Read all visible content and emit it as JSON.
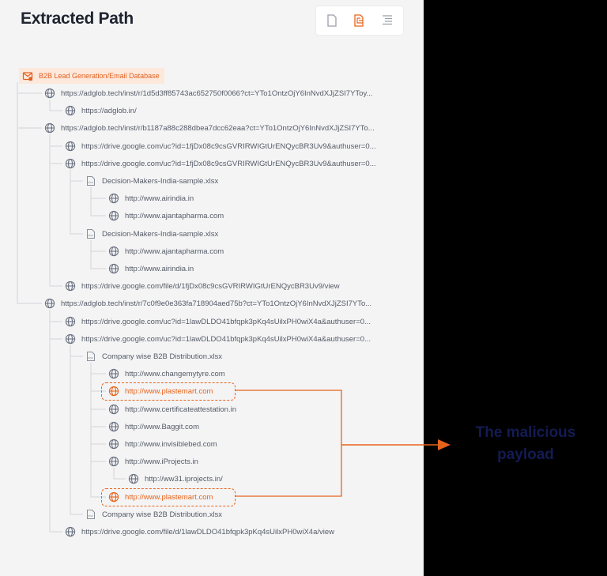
{
  "header": {
    "title": "Extracted Path",
    "view_modes": [
      {
        "icon": "document-icon",
        "active": false
      },
      {
        "icon": "tree-view-icon",
        "active": true
      },
      {
        "icon": "list-view-icon",
        "active": false
      }
    ]
  },
  "tree": {
    "root": {
      "label": "B2B Lead Generation/Email Database",
      "icon": "email-database-icon"
    },
    "nodes": [
      {
        "label": "https://adglob.tech/inst/r/1d5d3ff85743ac652750f0066?ct=YTo1OntzOjY6InNvdXJjZSI7YToy...",
        "icon": "globe-icon"
      },
      {
        "label": "https://adglob.in/",
        "icon": "globe-icon"
      },
      {
        "label": "https://adglob.tech/inst/r/b1187a88c288dbea7dcc62eaa?ct=YTo1OntzOjY6InNvdXJjZSI7YTo...",
        "icon": "globe-icon"
      },
      {
        "label": "https://drive.google.com/uc?id=1fjDx08c9csGVRIRWIGtUrENQycBR3Uv9&authuser=0...",
        "icon": "globe-icon"
      },
      {
        "label": "https://drive.google.com/uc?id=1fjDx08c9csGVRIRWIGtUrENQycBR3Uv9&authuser=0...",
        "icon": "globe-icon"
      },
      {
        "label": "Decision-Makers-India-sample.xlsx",
        "icon": "xlsx-file-icon"
      },
      {
        "label": "http://www.airindia.in",
        "icon": "globe-icon"
      },
      {
        "label": "http://www.ajantapharma.com",
        "icon": "globe-icon"
      },
      {
        "label": "Decision-Makers-India-sample.xlsx",
        "icon": "xlsx-file-icon"
      },
      {
        "label": "http://www.ajantapharma.com",
        "icon": "globe-icon"
      },
      {
        "label": "http://www.airindia.in",
        "icon": "globe-icon"
      },
      {
        "label": "https://drive.google.com/file/d/1fjDx08c9csGVRIRWIGtUrENQycBR3Uv9/view",
        "icon": "globe-icon"
      },
      {
        "label": "https://adglob.tech/inst/r/7c0f9e0e363fa718904aed75b?ct=YTo1OntzOjY6InNvdXJjZSI7YTo...",
        "icon": "globe-icon"
      },
      {
        "label": "https://drive.google.com/uc?id=1lawDLDO41bfqpk3pKq4sUilxPH0wiX4a&authuser=0...",
        "icon": "globe-icon"
      },
      {
        "label": "https://drive.google.com/uc?id=1lawDLDO41bfqpk3pKq4sUilxPH0wiX4a&authuser=0...",
        "icon": "globe-icon"
      },
      {
        "label": "Company wise B2B Distribution.xlsx",
        "icon": "xlsx-file-icon"
      },
      {
        "label": "http://www.changemytyre.com",
        "icon": "globe-icon"
      },
      {
        "label": "http://www.plastemart.com",
        "icon": "globe-icon",
        "highlighted": true
      },
      {
        "label": "http://www.certificateattestation.in",
        "icon": "globe-icon"
      },
      {
        "label": "http://www.Baggit.com",
        "icon": "globe-icon"
      },
      {
        "label": "http://www.invisiblebed.com",
        "icon": "globe-icon"
      },
      {
        "label": "http://www.iProjects.in",
        "icon": "globe-icon"
      },
      {
        "label": "http://ww31.iprojects.in/",
        "icon": "globe-icon"
      },
      {
        "label": "http://www.plastemart.com",
        "icon": "globe-icon",
        "highlighted": true
      },
      {
        "label": "Company wise B2B Distribution.xlsx",
        "icon": "xlsx-file-icon"
      },
      {
        "label": "https://drive.google.com/file/d/1lawDLDO41bfqpk3pKq4sUilxPH0wiX4a/view",
        "icon": "globe-icon"
      }
    ]
  },
  "callout": {
    "text": "The malicious payload"
  },
  "colors": {
    "accent": "#e8631a",
    "callout_text": "#141b52",
    "panel_bg": "#f4f4f5",
    "outer_bg": "#000000"
  }
}
